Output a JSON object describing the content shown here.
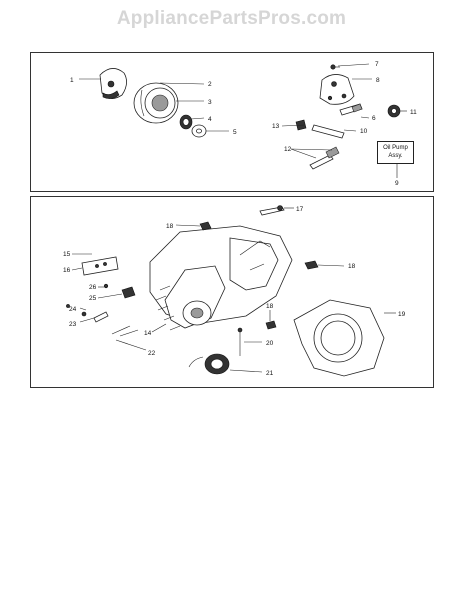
{
  "watermark": "AppliancePartsPros.com",
  "top_panel": {
    "labels": [
      "1",
      "2",
      "3",
      "4",
      "5",
      "6",
      "7",
      "8",
      "9",
      "10",
      "11",
      "12",
      "13"
    ],
    "callout_box_lines": [
      "Oil Pump",
      "Assy."
    ]
  },
  "bottom_panel": {
    "labels": [
      "14",
      "15",
      "16",
      "17",
      "18",
      "18",
      "19",
      "20",
      "21",
      "22",
      "23",
      "24",
      "25",
      "26",
      "18"
    ]
  }
}
